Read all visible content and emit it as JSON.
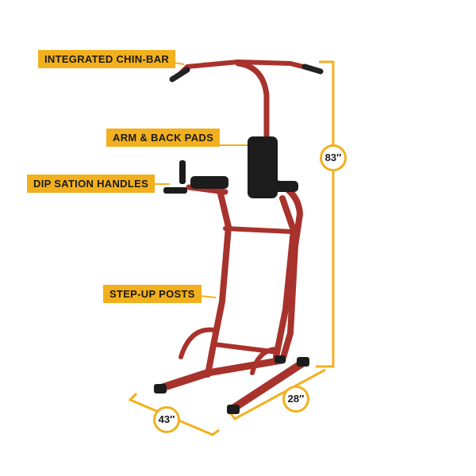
{
  "labels": {
    "chin_bar": "INTEGRATED CHIN-BAR",
    "arm_back_pads": "ARM & BACK PADS",
    "dip_handles": "DIP SATION HANDLES",
    "step_up_posts": "STEP-UP POSTS"
  },
  "dimensions": {
    "height": "83″",
    "depth": "28″",
    "width": "43″"
  },
  "colors": {
    "accent": "#f2b01e",
    "frame": "#a8322c",
    "pad": "#1c1c1c"
  }
}
